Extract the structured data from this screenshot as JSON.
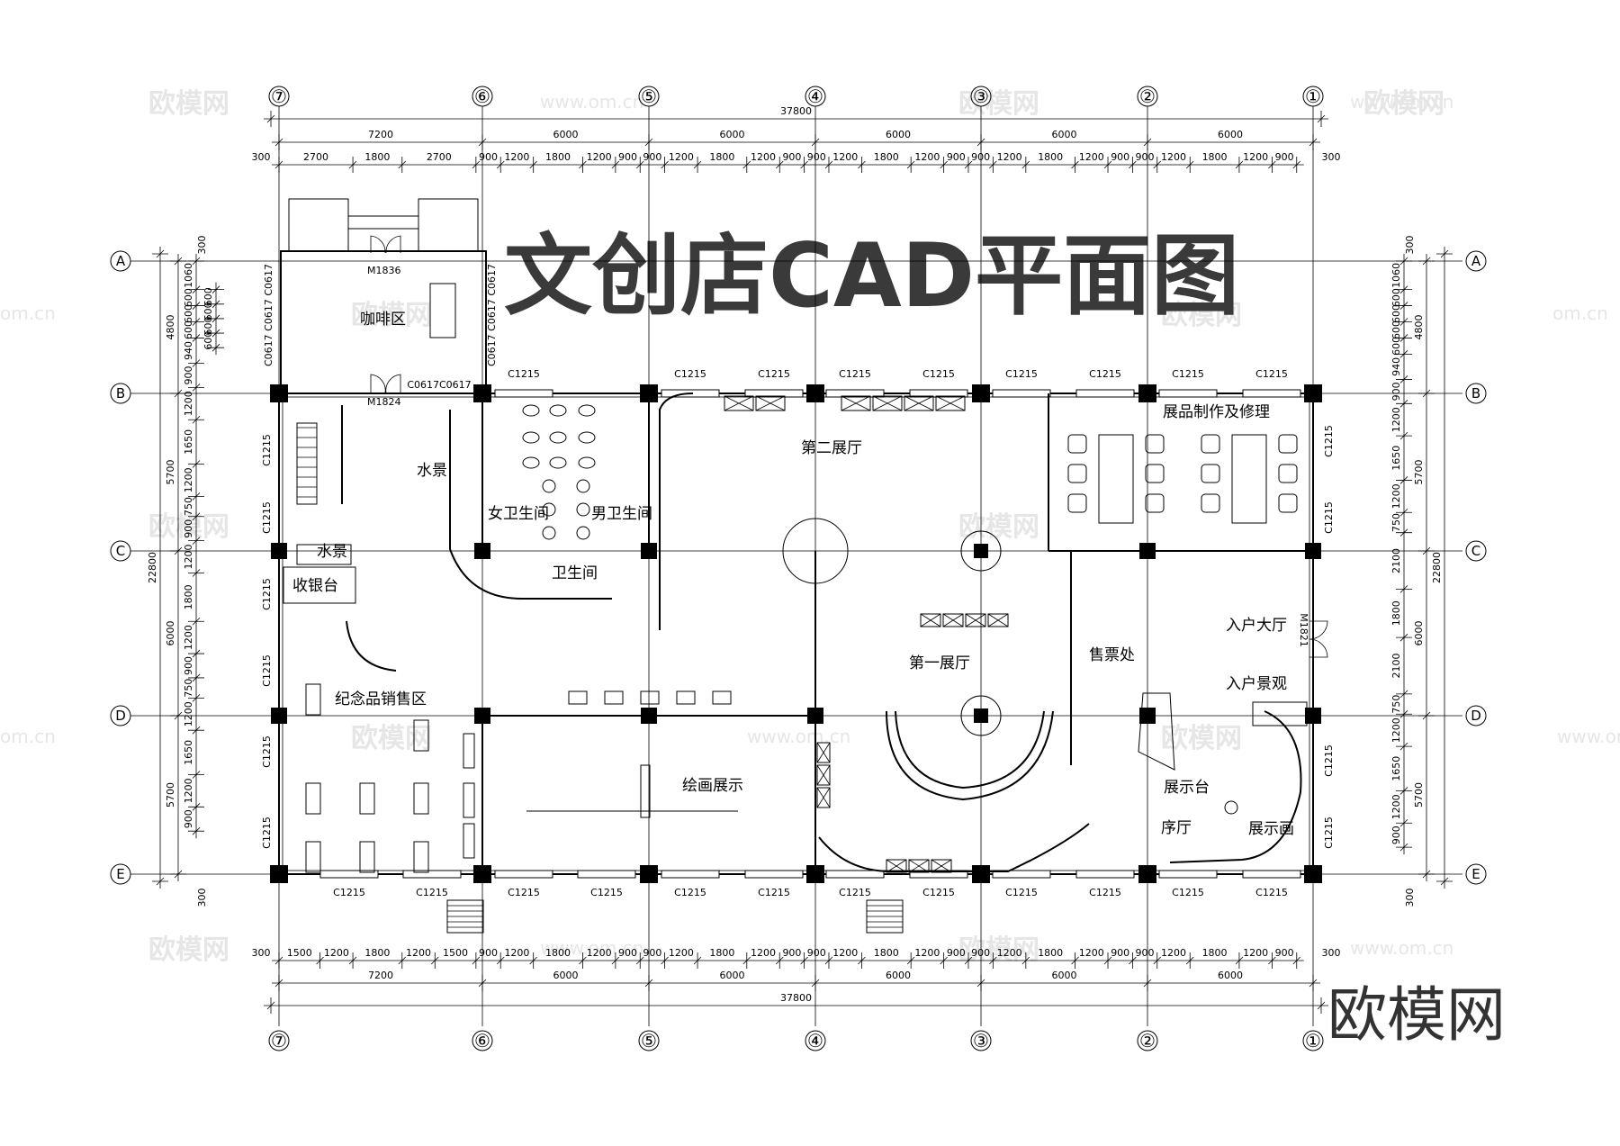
{
  "title": "文创店CAD平面图",
  "brand": "欧模网",
  "watermark": {
    "text": "欧模网",
    "url": "www.om.cn",
    "short": "om.cn"
  },
  "axes": {
    "columns": [
      "⑦",
      "⑥",
      "⑤",
      "④",
      "③",
      "②",
      "①"
    ],
    "rows": [
      "A",
      "B",
      "C",
      "D",
      "E"
    ]
  },
  "dimensions": {
    "total_width": "37800",
    "bays": [
      "7200",
      "6000",
      "6000",
      "6000",
      "6000",
      "6000"
    ],
    "top_detail": [
      "2700",
      "1800",
      "2700",
      "900",
      "1200",
      "1800",
      "1200",
      "900",
      "900",
      "1200",
      "1800",
      "1200",
      "900",
      "900",
      "1200",
      "1800",
      "1200",
      "900",
      "900",
      "1200",
      "1800",
      "1200",
      "900",
      "900",
      "1200",
      "1800",
      "1200",
      "900"
    ],
    "bottom_detail": [
      "1500",
      "1200",
      "1800",
      "1200",
      "1500",
      "900",
      "1200",
      "1800",
      "1200",
      "900",
      "900",
      "1200",
      "1800",
      "1200",
      "900",
      "900",
      "1200",
      "1800",
      "1200",
      "900",
      "900",
      "1200",
      "1800",
      "1200",
      "900",
      "900",
      "1200",
      "1800",
      "1200",
      "900"
    ],
    "edge": "300",
    "total_height": "22800",
    "row_bays": [
      "4800",
      "5700",
      "6000",
      "5700"
    ],
    "left_detail": [
      "1060",
      "600",
      "600",
      "600",
      "940",
      "900",
      "1200",
      "1650",
      "1200",
      "750",
      "900",
      "1200",
      "1800",
      "1200",
      "900",
      "750",
      "1200",
      "1650",
      "1200",
      "900"
    ],
    "left_inner": [
      "600",
      "600",
      "600",
      "600"
    ],
    "right_detail": [
      "1060",
      "600",
      "600",
      "600",
      "600",
      "940",
      "900",
      "1200",
      "1650",
      "1200",
      "750",
      "2100",
      "1800",
      "2100",
      "750",
      "1200",
      "1650",
      "1200",
      "900"
    ]
  },
  "rooms": {
    "cafe": "咖啡区",
    "water_feature": "水景",
    "water_feature2": "水景",
    "cashier": "收银台",
    "souvenir": "纪念品销售区",
    "female_wc": "女卫生间",
    "male_wc": "男卫生间",
    "restroom": "卫生间",
    "hall2": "第二展厅",
    "workshop": "展品制作及修理",
    "hall1": "第一展厅",
    "ticket": "售票处",
    "lobby": "入户大厅",
    "lobby_view": "入户景观",
    "painting": "绘画展示",
    "display_stand": "展示台",
    "foyer": "序厅",
    "display_painting": "展示画"
  },
  "codes": {
    "window": "C1215",
    "window_small": "C0617",
    "door_a": "M1836",
    "door_b": "M1824",
    "door_c": "M1821"
  }
}
